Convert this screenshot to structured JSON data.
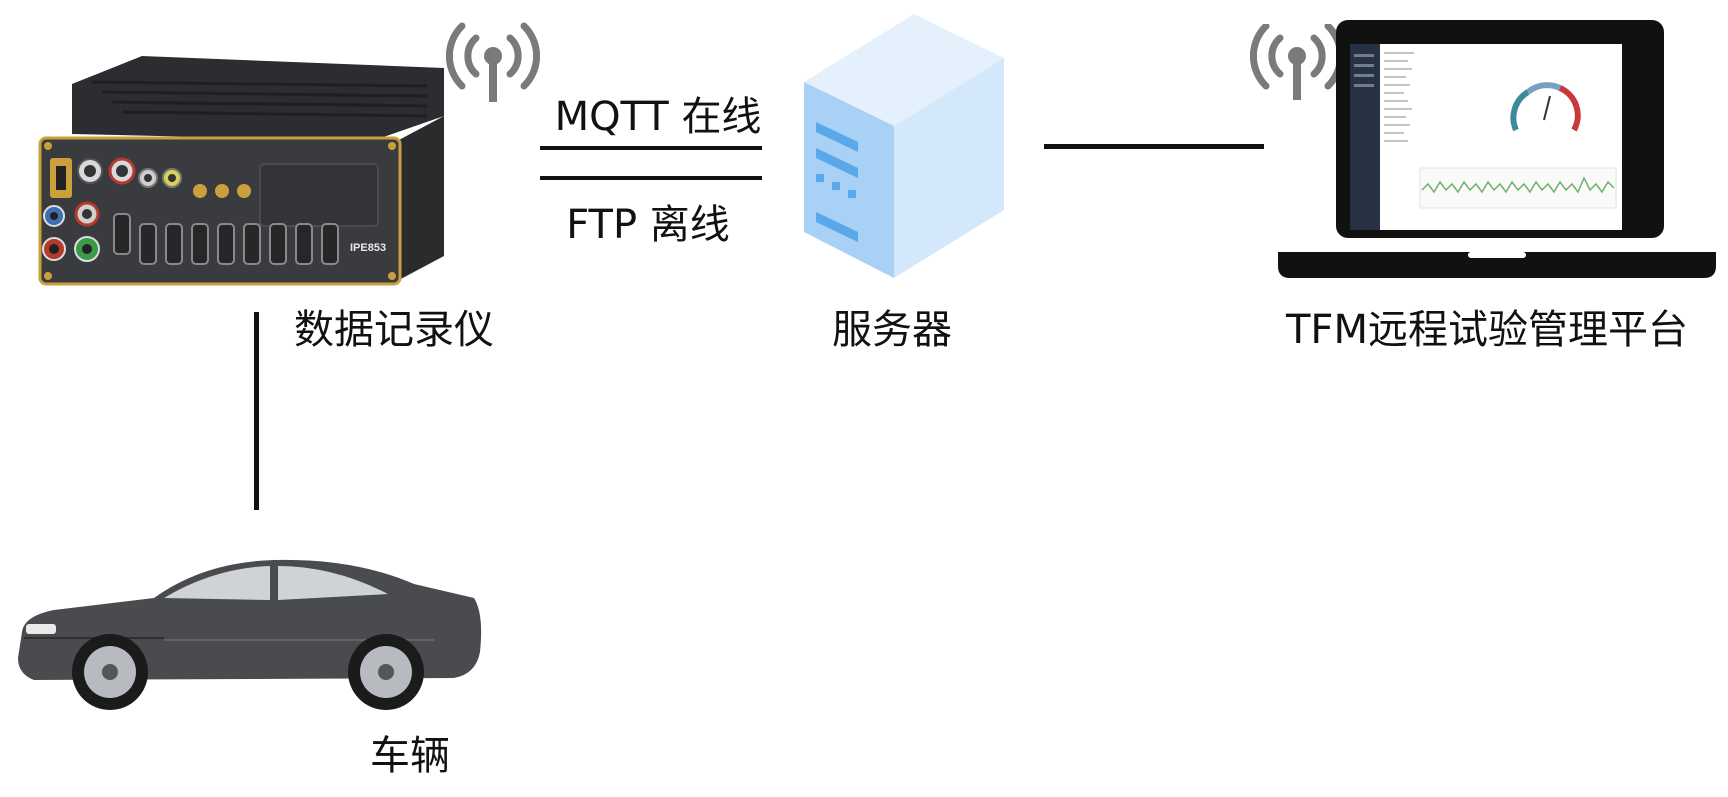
{
  "nodes": {
    "logger": {
      "label": "数据记录仪",
      "model_label": "IPE853"
    },
    "server": {
      "label": "服务器"
    },
    "platform": {
      "label": "TFM远程试验管理平台"
    },
    "vehicle": {
      "label": "车辆"
    }
  },
  "links": {
    "online": "MQTT 在线",
    "offline": "FTP 离线"
  },
  "colors": {
    "line": "#111111",
    "device_body": "#3a3b3e",
    "device_trim": "#c9a03b",
    "server_light": "#d4e8fb",
    "server_mid": "#a9d0f5",
    "server_accent": "#5aa7ea",
    "laptop": "#111111",
    "signal": "#7a7a7a",
    "car_body": "#4a4b4e"
  }
}
